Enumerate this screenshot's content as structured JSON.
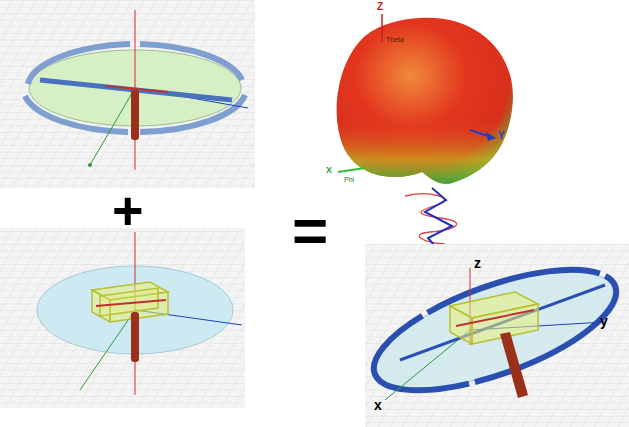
{
  "diagram": {
    "labels": [
      "+",
      "=",
      "Z",
      "Theta",
      "Y",
      "X",
      "Phi",
      "z",
      "y",
      "x"
    ]
  }
}
